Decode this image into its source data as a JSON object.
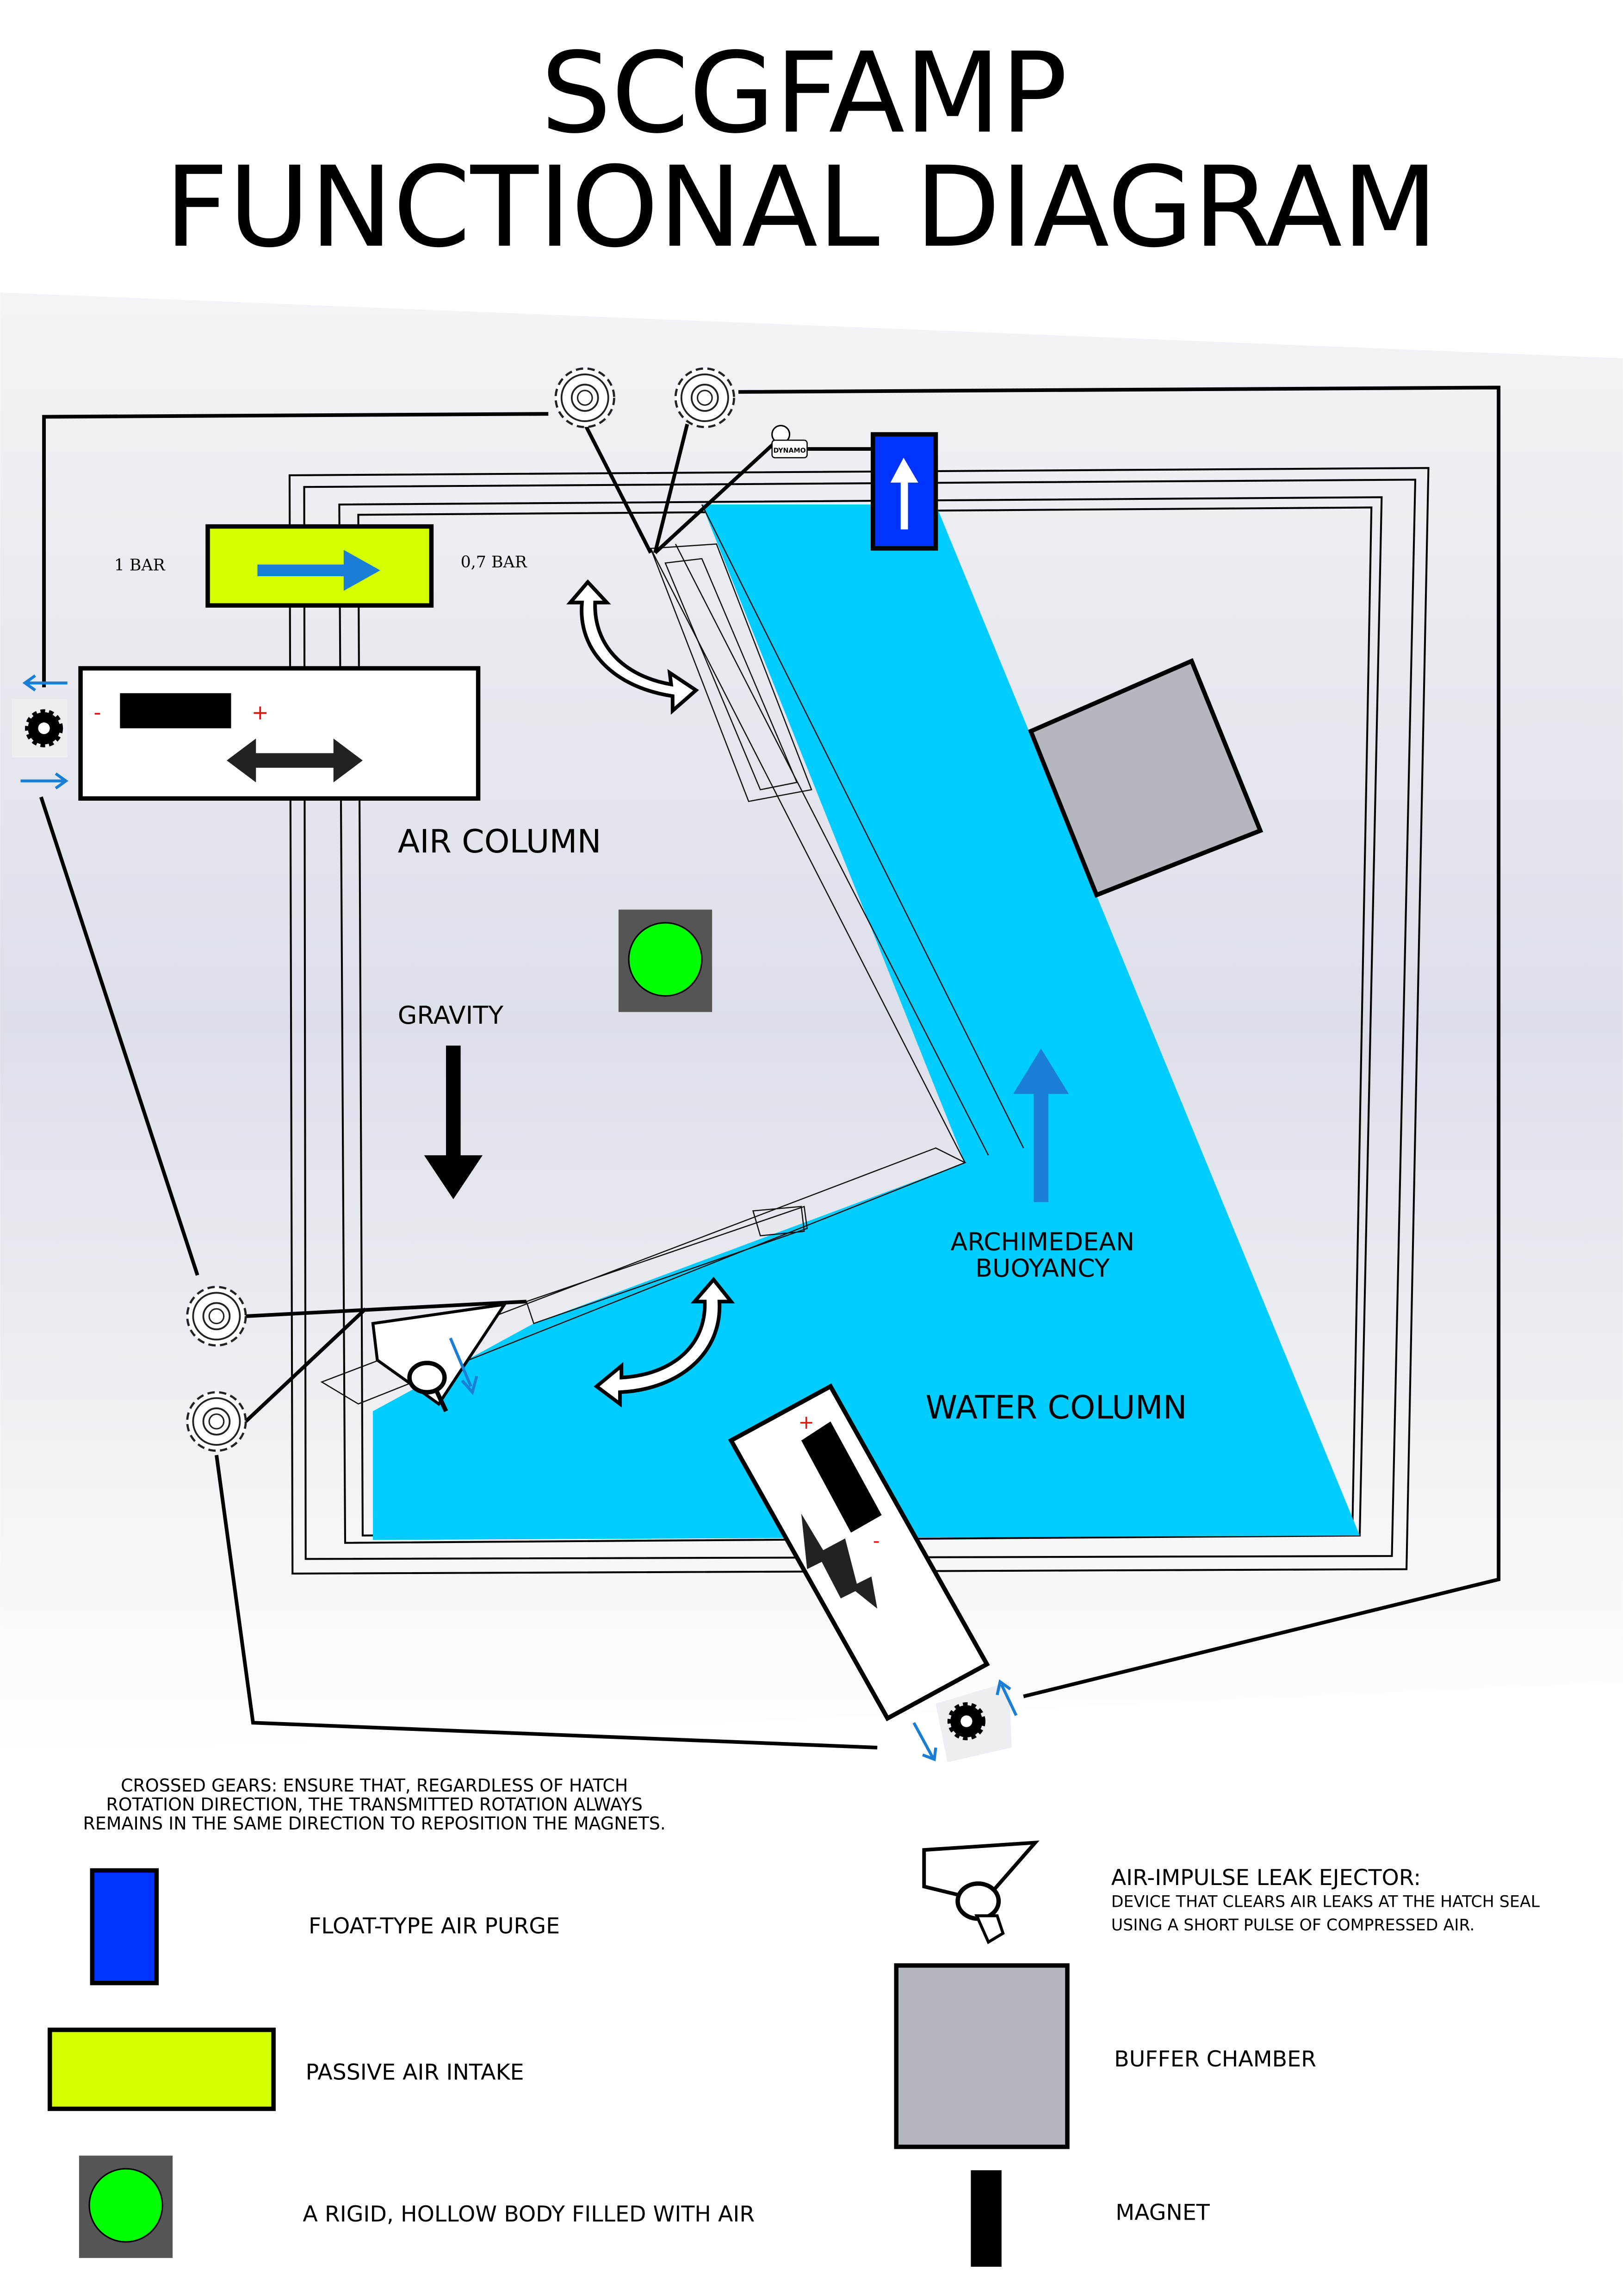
{
  "title": {
    "line1": "SCGFAMP",
    "line2": "FUNCTIONAL DIAGRAM"
  },
  "diagram": {
    "pressure_left": "1 BAR",
    "pressure_right": "0,7 BAR",
    "air_column": "AIR COLUMN",
    "gravity": "GRAVITY",
    "buoyancy_line1": "ARCHIMEDEAN",
    "buoyancy_line2": "BUOYANCY",
    "water_column": "WATER COLUMN",
    "dynamo": "DYNAMO",
    "magnet_plus": "+",
    "magnet_minus": "-"
  },
  "legend": {
    "crossed_gears_note": [
      "CROSSED GEARS: ENSURE THAT, REGARDLESS OF HATCH",
      "ROTATION DIRECTION, THE TRANSMITTED ROTATION ALWAYS",
      "REMAINS IN THE SAME DIRECTION TO REPOSITION THE MAGNETS."
    ],
    "float_purge": "FLOAT-TYPE AIR PURGE",
    "air_intake": "PASSIVE AIR INTAKE",
    "hollow_body": "A RIGID, HOLLOW BODY FILLED WITH AIR",
    "ejector_title": "AIR-IMPULSE LEAK EJECTOR:",
    "ejector_desc": [
      "DEVICE THAT CLEARS AIR LEAKS AT THE HATCH SEAL",
      "USING A SHORT PULSE OF COMPRESSED AIR."
    ],
    "buffer_chamber": "BUFFER CHAMBER",
    "magnet": "MAGNET"
  },
  "colors": {
    "water": "#00ccff",
    "float_purge": "#0033ff",
    "air_intake": "#d4ff00",
    "hollow_body_ball": "#00ff00",
    "hollow_body_box": "#555555",
    "buffer_chamber": "#b4b7be",
    "arrow_blue": "#1a7fd4",
    "polarity": "#ff0000"
  },
  "icons": [
    "gear-icon",
    "dynamo-icon",
    "curved-double-arrow-icon",
    "double-arrow-icon",
    "arrow-up-icon",
    "arrow-down-icon",
    "arrow-right-icon",
    "leak-ejector-icon"
  ]
}
